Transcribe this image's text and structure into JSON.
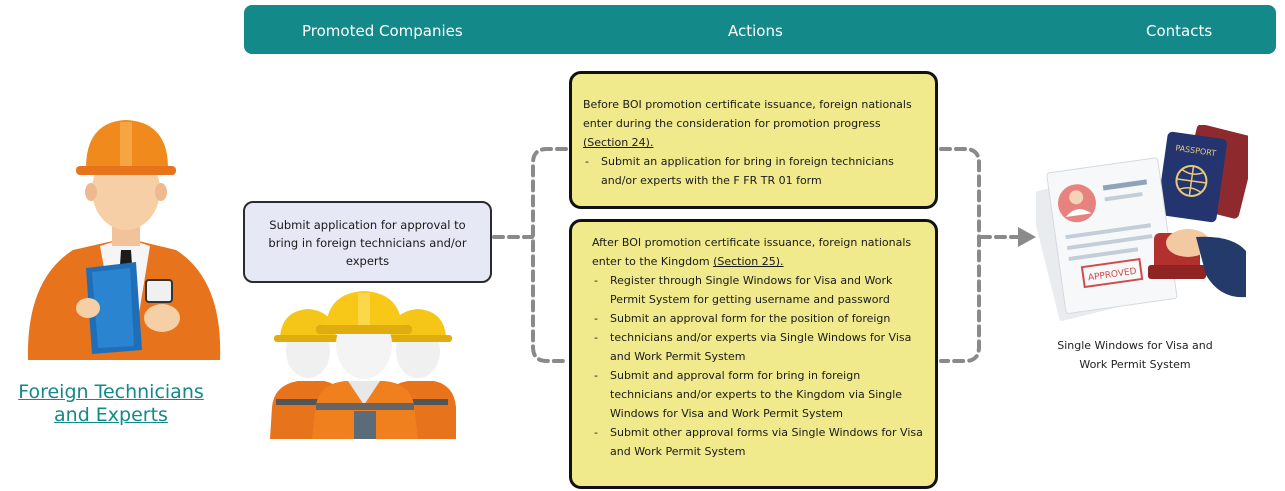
{
  "nav": {
    "promoted_companies": "Promoted Companies",
    "actions": "Actions",
    "contacts": "Contacts"
  },
  "left_title": {
    "line1": "Foreign Technicians",
    "line2": "and Experts"
  },
  "submit_box": {
    "text": "Submit application for approval to bring in foreign technicians and/or experts"
  },
  "before_box": {
    "intro": "Before BOI promotion certificate issuance, foreign nationals enter during the consideration for promotion progress ",
    "section": "(Section 24).",
    "bullets": [
      "Submit an application for bring in foreign technicians and/or experts with the F FR TR 01 form"
    ]
  },
  "after_box": {
    "intro": "After BOI promotion certificate issuance, foreign nationals enter to the Kingdom ",
    "section": "(Section 25).",
    "bullets": [
      "Register through Single Windows for Visa and Work Permit System for getting username and password",
      "Submit an approval form for the position of foreign",
      "technicians and/or experts via Single Windows for Visa and Work Permit System",
      "Submit and approval form for bring in foreign technicians and/or experts to the Kingdom via Single Windows for Visa and Work Permit System",
      "Submit other approval forms via Single Windows for Visa and Work Permit System"
    ]
  },
  "passport_label": "PASSPORT",
  "stamp_label": "APPROVED",
  "right_caption": {
    "line1": "Single Windows for Visa and",
    "line2": "Work Permit System"
  },
  "colors": {
    "teal": "#13898a",
    "yellow_box": "#f0ea8c",
    "lavender_box": "#e6e8f5",
    "connector": "#8a8a8a"
  }
}
